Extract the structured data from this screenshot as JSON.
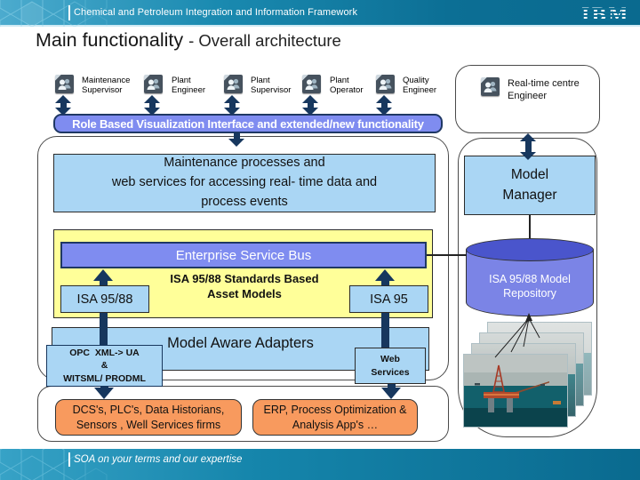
{
  "header": {
    "breadcrumb": "Chemical and Petroleum Integration and Information Framework",
    "logo": "IBM"
  },
  "title": {
    "main": "Main functionality",
    "dash": "-",
    "sub": "Overall architecture"
  },
  "personas": [
    {
      "label": "Maintenance\nSupervisor"
    },
    {
      "label": "Plant\nEngineer"
    },
    {
      "label": "Plant\nSupervisor"
    },
    {
      "label": "Plant\nOperator"
    },
    {
      "label": "Quality\nEngineer"
    }
  ],
  "role_bar": {
    "label": "Role Based Visualization Interface and extended/new functionality"
  },
  "arch": {
    "maintenance": "Maintenance processes and\nweb services for accessing real- time data and\nprocess events",
    "esb": "Enterprise Service Bus",
    "isa_standards": "ISA 95/88 Standards Based\nAsset Models",
    "isa9588": "ISA 95/88",
    "isa95": "ISA 95",
    "model_aware": "Model Aware Adapters",
    "opc": "OPC  XML-> UA\n&\nWITSML/ PRODML",
    "web_services": "Web\nServices"
  },
  "sources": {
    "left": "DCS's, PLC's, Data Historians,\nSensors , Well Services firms",
    "right": "ERP, Process Optimization &\nAnalysis App's …"
  },
  "right_panel": {
    "realtime": "Real-time centre\nEngineer",
    "model_manager": "Model\nManager",
    "repository": "ISA 95/88 Model\nRepository"
  },
  "footer": {
    "tagline": "SOA on your terms and our expertise"
  },
  "colors": {
    "accent_navy": "#17375E",
    "periwinkle": "#7F8CF0",
    "light_blue": "#AAD6F4",
    "yellow": "#FFFF99",
    "orange": "#F89A5E",
    "teal_dark": "#0A6A8F",
    "teal_light": "#4CABCE",
    "cylinder_blue": "#7B84E6"
  }
}
